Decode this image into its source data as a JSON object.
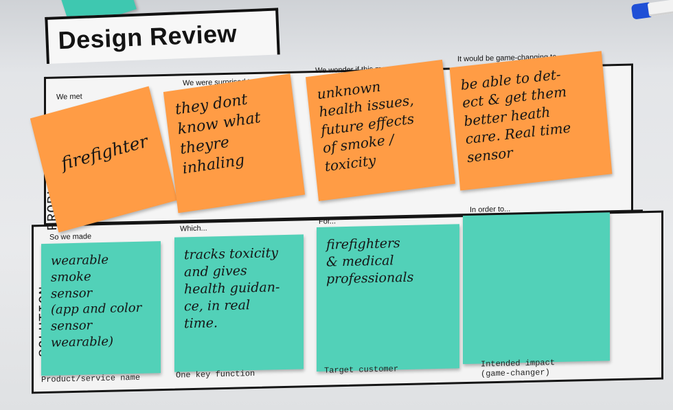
{
  "board": {
    "title": "Design Review",
    "rows": {
      "problem": "PROBLEM",
      "solution": "SOLUTION"
    },
    "problem_columns": [
      {
        "heading": "We met",
        "note": "firefighter"
      },
      {
        "heading": "We were surprised to notice",
        "note": "they dont\nknow what\ntheyre\ninhaling"
      },
      {
        "heading": "We wonder if this means",
        "note": "unknown\nhealth issues,\nfuture effects\nof smoke /\ntoxicity"
      },
      {
        "heading": "It would be game-changing to",
        "note": "be able to det-\nect & get them\nbetter heath\ncare. Real time\nsensor"
      }
    ],
    "solution_columns": [
      {
        "heading": "So we made",
        "note": "wearable smoke\nsensor\n(app and color\nsensor wearable)",
        "footer": "Product/service name"
      },
      {
        "heading": "Which...",
        "note": "tracks toxicity\nand gives\nhealth guidan-\nce, in real\ntime.",
        "footer": "One key function"
      },
      {
        "heading": "For...",
        "note": "firefighters\n& medical\nprofessionals",
        "footer": "Target customer"
      },
      {
        "heading": "In order to...",
        "note": "",
        "footer": "Intended impact\n(game-changer)"
      }
    ]
  },
  "colors": {
    "orange_note": "#ff9c45",
    "teal_note": "#52d1b8",
    "marker_cap": "#1f4fd6"
  }
}
